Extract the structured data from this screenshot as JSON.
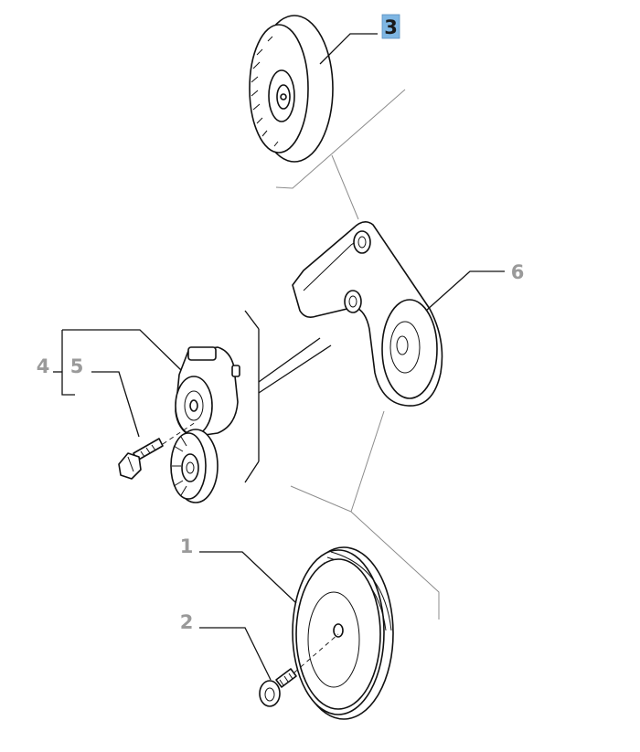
{
  "callouts": [
    {
      "id": "1",
      "label": "1",
      "highlighted": false
    },
    {
      "id": "2",
      "label": "2",
      "highlighted": false
    },
    {
      "id": "3",
      "label": "3",
      "highlighted": true
    },
    {
      "id": "4",
      "label": "4",
      "highlighted": false
    },
    {
      "id": "5",
      "label": "5",
      "highlighted": false
    },
    {
      "id": "6",
      "label": "6",
      "highlighted": false
    }
  ],
  "colors": {
    "highlight_badge": "#7eb6e3",
    "callout_text": "#9a9a9a",
    "line_art": "#111111",
    "guide_line": "#8c8c8c"
  }
}
